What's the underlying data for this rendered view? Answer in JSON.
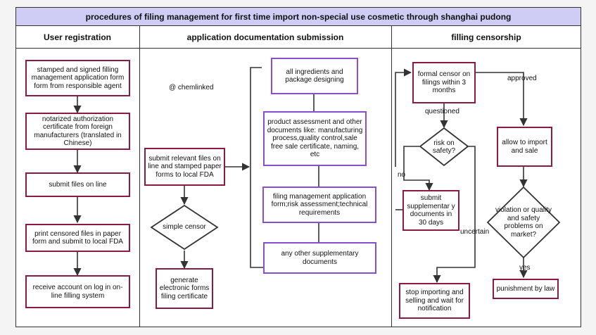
{
  "title": "procedures of filing management for first time import non-special use cosmetic through shanghai pudong",
  "lanes": {
    "user_registration": "User registration",
    "documentation": "application documentation submission",
    "censorship": "filling censorship"
  },
  "user": {
    "stamped_form": "stamped and signed filling management application form form from responsible agent",
    "notarized": "notarized authorization certificate from foreign manufacturers (translated in Chinese)",
    "submit_online": "submit files on line",
    "print_files": "print censored files in paper form and submit to local FDA",
    "receive_account": "receive account on log in on-line filling system"
  },
  "docs": {
    "watermark": "@ chemlinked",
    "submit_relevant": "submit relevant files on line and stamped paper forms to local FDA",
    "simple_censor": "simple censor",
    "generate_cert": "generate electronic forms filing certificate",
    "ingredients": "all ingredients and package designing",
    "product_assessment": "product assessment and other documents like: manufacturing process,quality control,sale free sale certificate, naming, etc",
    "filing_form": "filing management application form;risk assessment;technical requirements",
    "supplementary": "any other supplementary documents"
  },
  "censor": {
    "formal_censor": "formal censor on filings within 3 months",
    "approved": "approved",
    "questioned": "questioned",
    "risk_safety": "risk on safety?",
    "no": "no",
    "submit_supp": "submit supplementar y documents in 30 days",
    "uncertain": "uncertain",
    "allow_import": "allow to import and sale",
    "violation": "violation or quality and safety problems on market?",
    "yes": "yes",
    "stop_importing": "stop importing and selling and wait for notification",
    "punishment": "punishment by law"
  },
  "colors": {
    "title_bg": "#cfcdf5",
    "maroon_border": "#8b1a3e",
    "purple_border": "#8a4fd0",
    "line": "#333333"
  }
}
